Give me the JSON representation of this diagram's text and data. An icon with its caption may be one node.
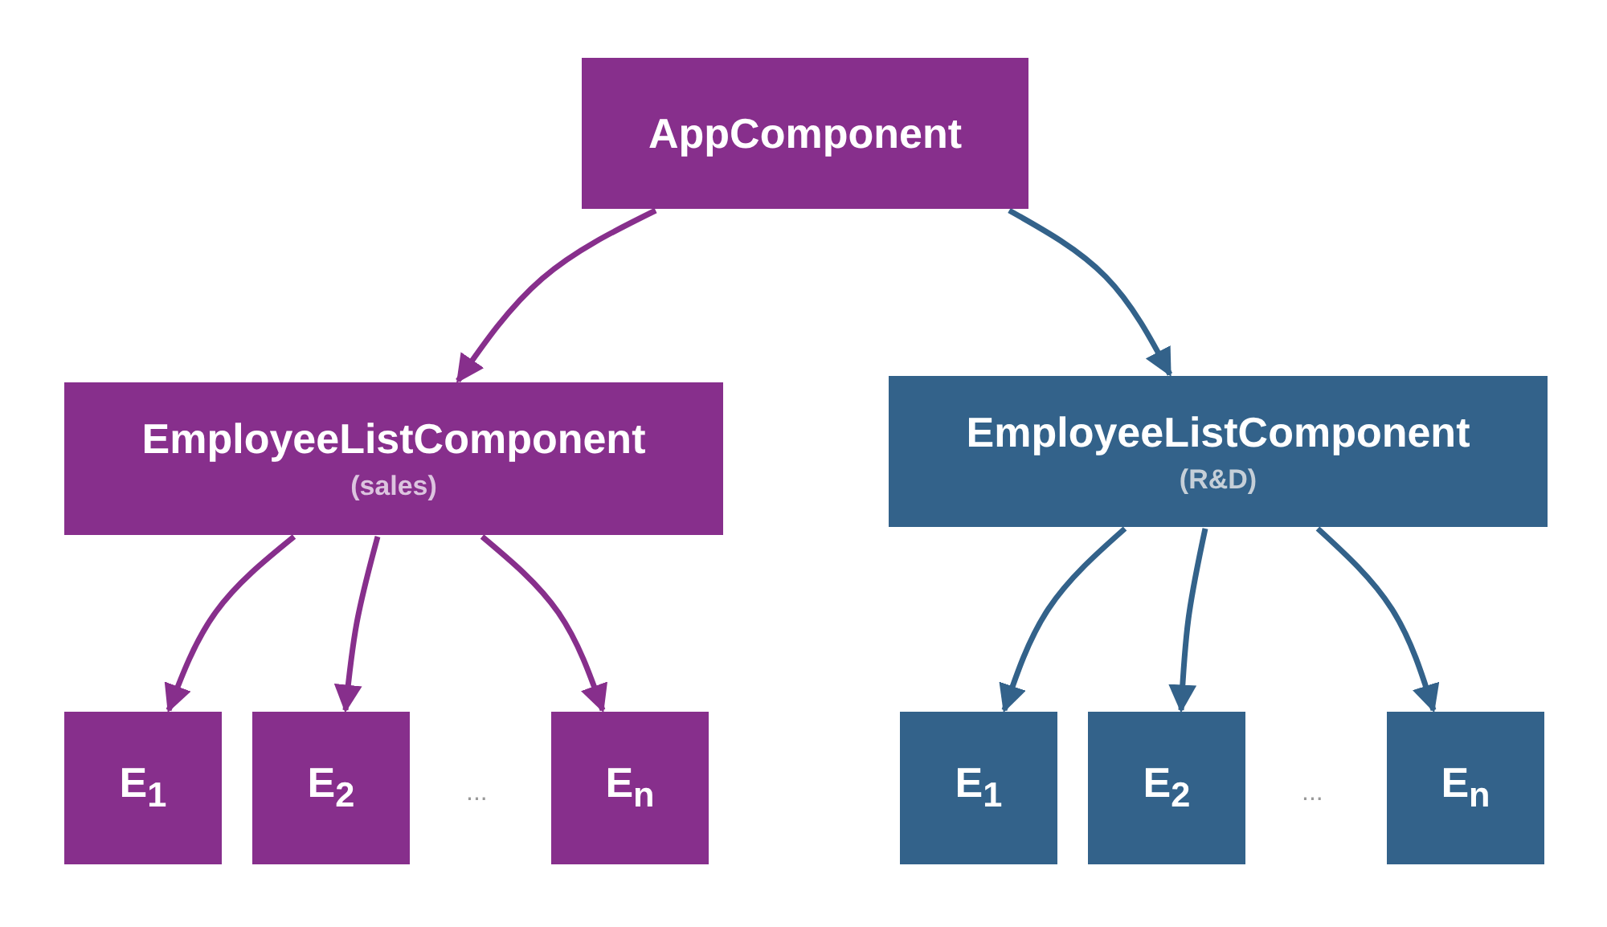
{
  "diagram": {
    "nodes": [
      {
        "text": [
          "AppComponent"
        ]
      },
      {
        "text": [
          "EmployeeListComponent",
          "(sales)"
        ]
      },
      {
        "text": [
          "EmployeeListComponent",
          "(R&D)"
        ]
      },
      {
        "text": [
          "E$_{1}$"
        ]
      },
      {
        "text": [
          "E$_{2}$"
        ]
      },
      {
        "text": [
          "E$_{n}$"
        ]
      },
      {
        "text": [
          "E$_{1}$"
        ]
      },
      {
        "text": [
          "E$_{2}$"
        ]
      },
      {
        "text": [
          "E$_{n}$"
        ]
      }
    ],
    "edges": [
      {
        "from": 0,
        "to": 1,
        "arrow": "to"
      },
      {
        "from": 0,
        "to": 2,
        "arrow": "to",
        "color": "#33628a"
      },
      {
        "from": 1,
        "to": 3,
        "arrow": "to"
      },
      {
        "from": 1,
        "to": 4,
        "arrow": "to"
      },
      {
        "from": 1,
        "to": 5,
        "arrow": "to"
      },
      {
        "from": 2,
        "to": 6,
        "arrow": "to",
        "color": "#33628a"
      },
      {
        "from": 2,
        "to": 7,
        "arrow": "to",
        "color": "#33628a"
      },
      {
        "from": 2,
        "to": 8,
        "arrow": "to",
        "color": "#33628a"
      }
    ],
    "labels": [
      "...",
      "..."
    ]
  }
}
